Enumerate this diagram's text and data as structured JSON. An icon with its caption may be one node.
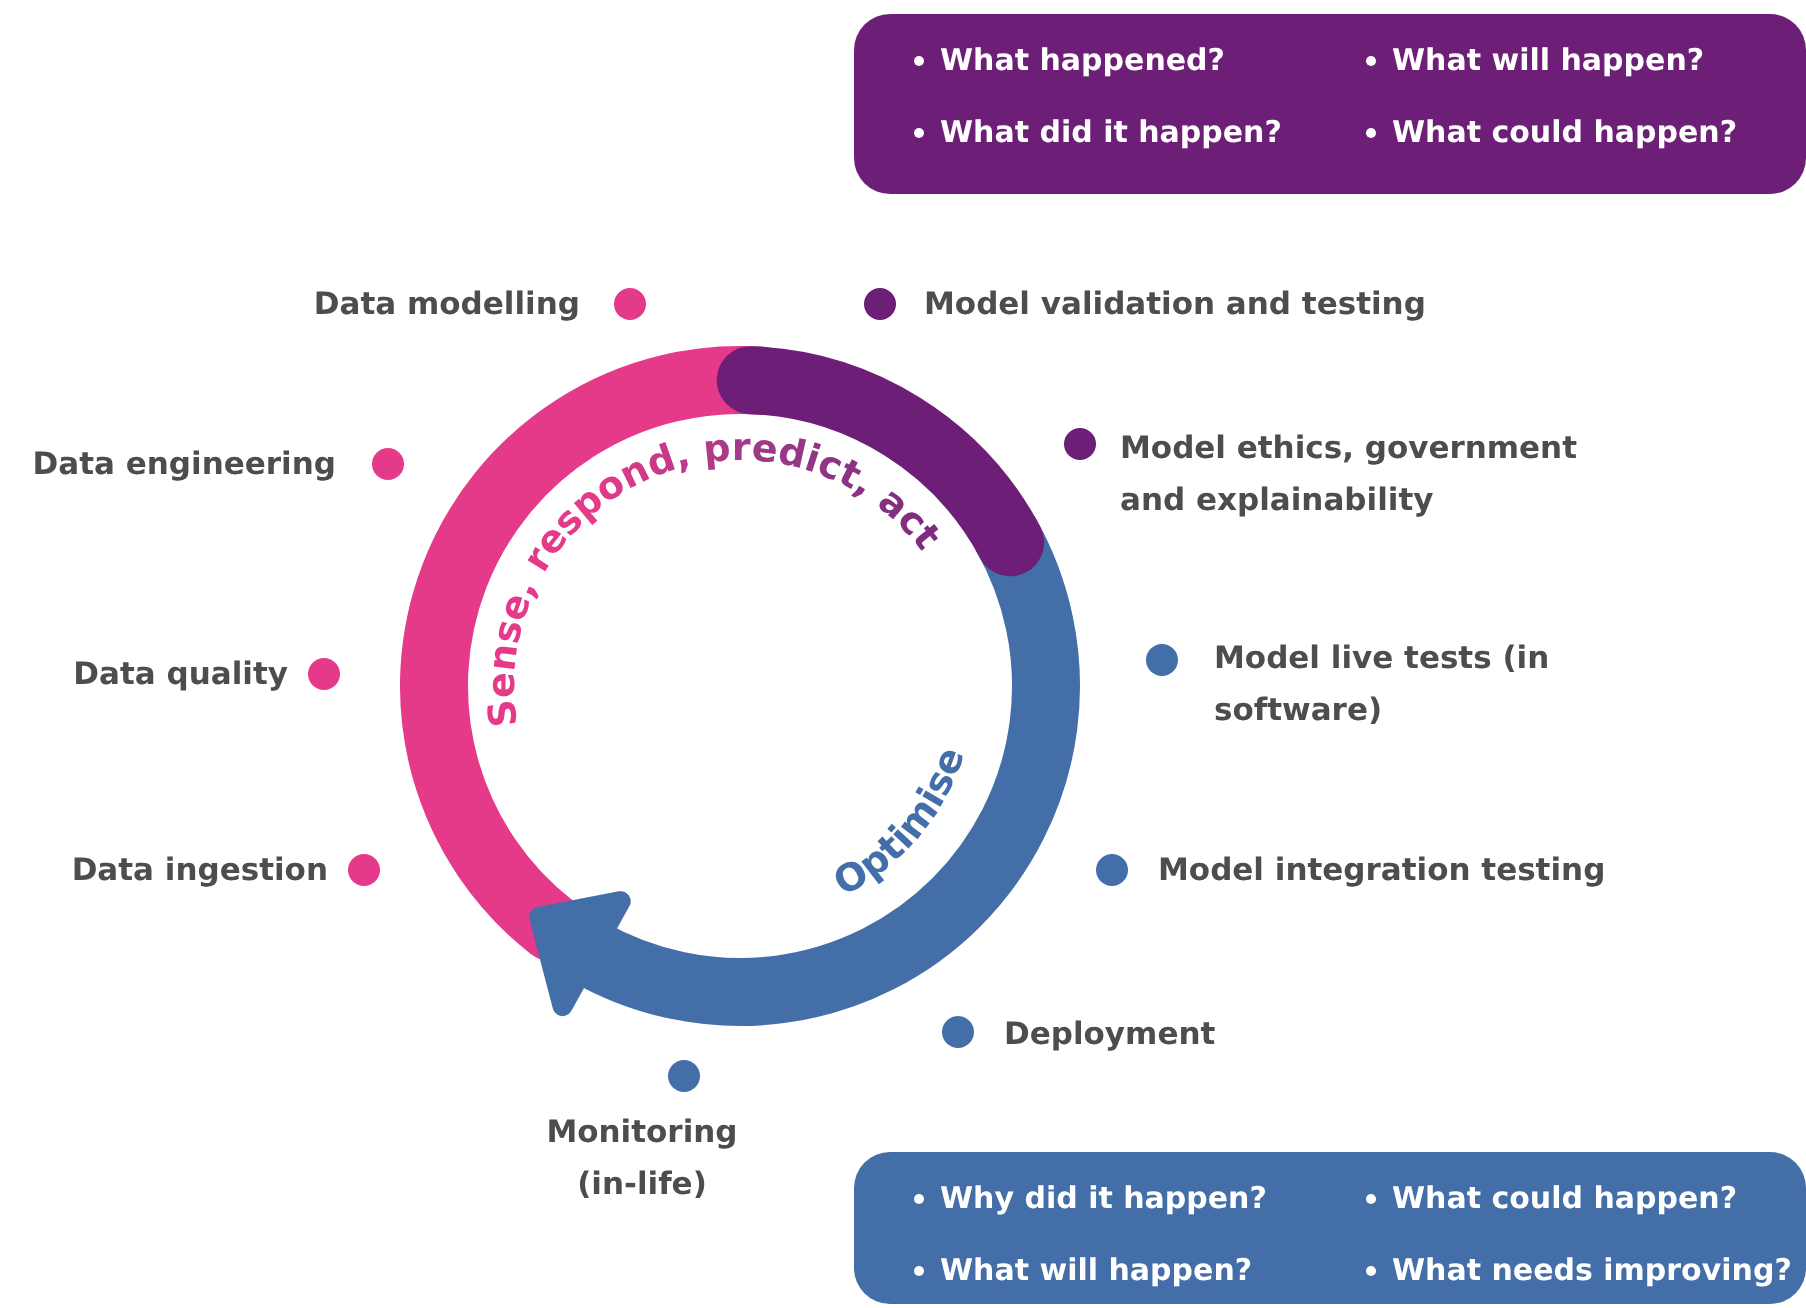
{
  "diagram": {
    "nodes": [
      {
        "text": [
          "What happened?",
          "What will happen?",
          "What did it happen?",
          "What could happen?"
        ]
      },
      {
        "text": [
          "Why did it happen?",
          "What could happen?",
          "What will happen?",
          "What needs improving?"
        ]
      },
      {
        "text": [
          "Data modelling"
        ]
      },
      {
        "text": [
          "Data engineering"
        ]
      },
      {
        "text": [
          "Data quality"
        ]
      },
      {
        "text": [
          "Data ingestion"
        ]
      },
      {
        "text": [
          "Model validation and testing"
        ]
      },
      {
        "text": [
          "Model ethics, government and explainability"
        ]
      },
      {
        "text": [
          "Model live tests (in software)"
        ]
      },
      {
        "text": [
          "Model integration testing"
        ]
      },
      {
        "text": [
          "Deployment"
        ]
      },
      {
        "text": [
          "Monitoring (in-life)"
        ]
      }
    ],
    "edges": [],
    "labels": [
      "Sense, respond, predict, act",
      "Optimise"
    ]
  }
}
